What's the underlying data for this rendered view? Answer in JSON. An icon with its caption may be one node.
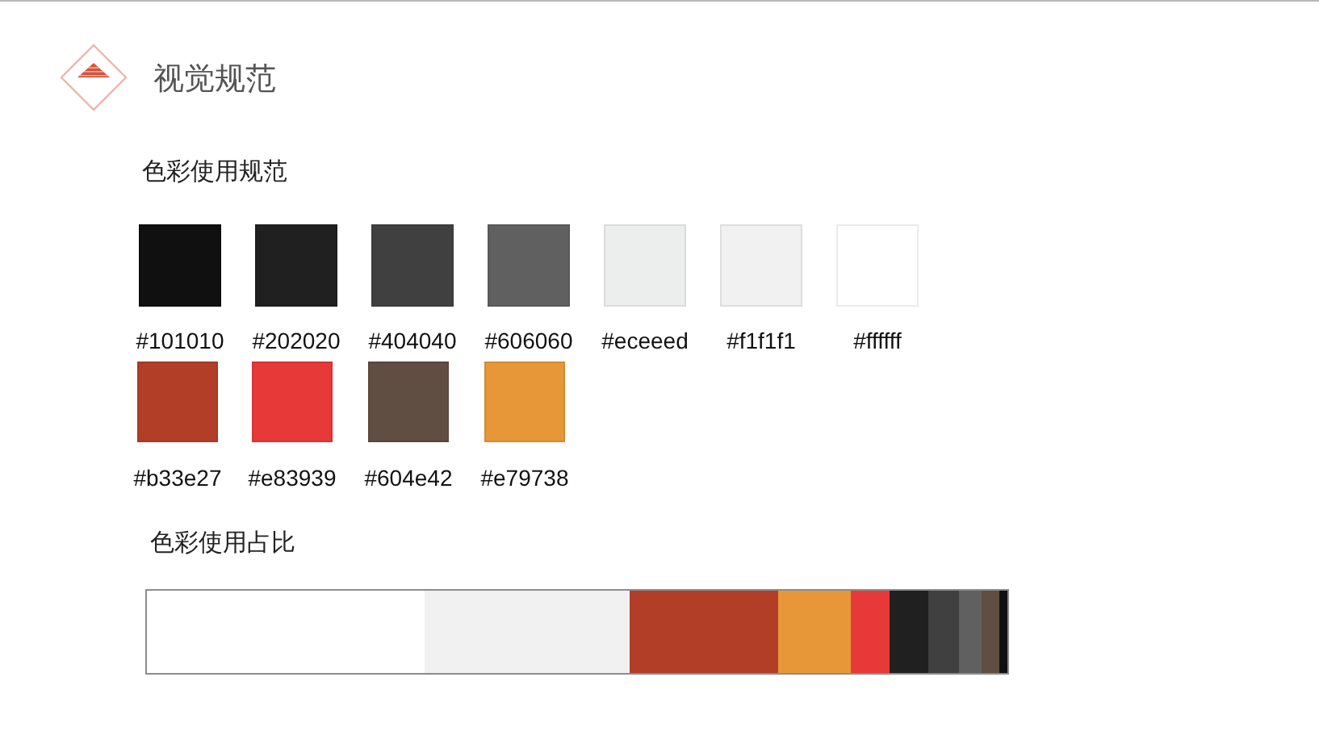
{
  "diagram": {
    "title": "视觉规范",
    "labels": [
      "色彩使用规范",
      "色彩使用占比"
    ],
    "legend": [
      {
        "text": "#101010",
        "color": "#101010"
      },
      {
        "text": "#202020",
        "color": "#202020"
      },
      {
        "text": "#404040",
        "color": "#404040"
      },
      {
        "text": "#606060",
        "color": "#606060"
      },
      {
        "text": "#eceeed",
        "color": "#eceeed"
      },
      {
        "text": "#f1f1f1",
        "color": "#f1f1f1"
      },
      {
        "text": "#ffffff",
        "color": "#ffffff"
      },
      {
        "text": "#b33e27",
        "color": "#b33e27"
      },
      {
        "text": "#e83939",
        "color": "#e83939"
      },
      {
        "text": "#604e42",
        "color": "#604e42"
      },
      {
        "text": "#e79738",
        "color": "#e79738"
      }
    ]
  }
}
